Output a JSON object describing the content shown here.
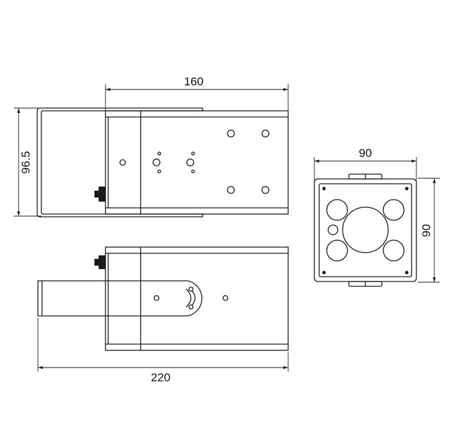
{
  "drawing": {
    "dimensions": {
      "top_width": "160",
      "top_height": "96.5",
      "bottom_width": "220",
      "side_width": "90",
      "side_height": "90"
    },
    "line_color": "#1a1a1a",
    "background": "#ffffff"
  }
}
